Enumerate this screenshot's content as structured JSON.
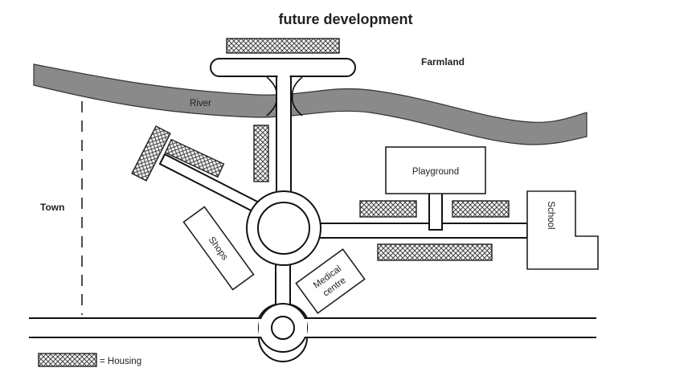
{
  "title": "future development",
  "labels": {
    "farmland": "Farmland",
    "river": "River",
    "town": "Town",
    "playground": "Playground",
    "school": "School",
    "shops": "Shops",
    "medical_line1": "Medical",
    "medical_line2": "centre"
  },
  "legend": {
    "housing_label": "= Housing"
  },
  "colors": {
    "river_fill": "#8a8a8a",
    "line": "#111111",
    "background": "#ffffff"
  }
}
